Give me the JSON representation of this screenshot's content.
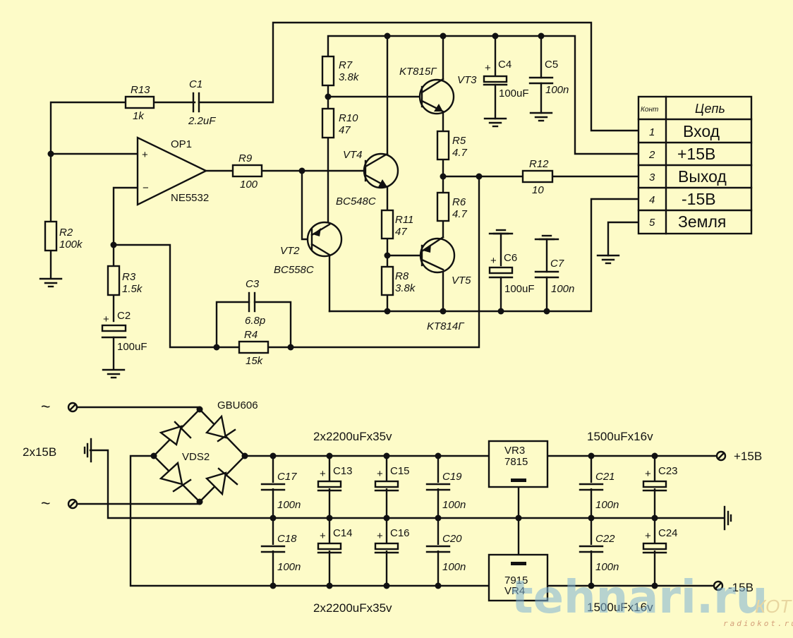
{
  "title": "Amplifier schematic with power supply",
  "amplifier": {
    "opamp": {
      "ref": "OP1",
      "part": "NE5532",
      "plus": "+",
      "minus": "−"
    },
    "resistors": [
      {
        "ref": "R13",
        "value": "1k"
      },
      {
        "ref": "R9",
        "value": "100"
      },
      {
        "ref": "R2",
        "value": "100k"
      },
      {
        "ref": "R3",
        "value": "1.5k"
      },
      {
        "ref": "R4",
        "value": "15k"
      },
      {
        "ref": "R7",
        "value": "3.8k"
      },
      {
        "ref": "R10",
        "value": "47"
      },
      {
        "ref": "R11",
        "value": "47"
      },
      {
        "ref": "R8",
        "value": "3.8k"
      },
      {
        "ref": "R5",
        "value": "4.7"
      },
      {
        "ref": "R6",
        "value": "4.7"
      },
      {
        "ref": "R12",
        "value": "10"
      }
    ],
    "capacitors": [
      {
        "ref": "C1",
        "value": "2.2uF"
      },
      {
        "ref": "C2",
        "value": "100uF"
      },
      {
        "ref": "C3",
        "value": "6.8p"
      },
      {
        "ref": "C4",
        "value": "100uF"
      },
      {
        "ref": "C5",
        "value": "100n"
      },
      {
        "ref": "C6",
        "value": "100uF"
      },
      {
        "ref": "C7",
        "value": "100n"
      }
    ],
    "transistors": [
      {
        "ref": "VT2",
        "part": "BC558C"
      },
      {
        "ref": "VT4",
        "part": "BC548C"
      },
      {
        "ref": "VT3",
        "part": "KT815Г"
      },
      {
        "ref": "VT5",
        "part": "KT814Г"
      }
    ],
    "plus": "+"
  },
  "connector": {
    "headers": [
      "Конт",
      "Цепь"
    ],
    "rows": [
      {
        "pin": "1",
        "net": "Вход"
      },
      {
        "pin": "2",
        "net": "+15В"
      },
      {
        "pin": "3",
        "net": "Выход"
      },
      {
        "pin": "4",
        "net": "-15В"
      },
      {
        "pin": "5",
        "net": "Земля"
      }
    ]
  },
  "power_supply": {
    "input_label": "2x15В",
    "ac_symbol": "~",
    "bridge": {
      "ref": "VDS2",
      "part": "GBU606"
    },
    "bulk_caps_label_top": "2x2200uFx35v",
    "bulk_caps_label_bottom": "2x2200uFx35v",
    "output_caps_label_top": "1500uFx16v",
    "output_caps_label_bottom": "1500uFx16v",
    "regulators": [
      {
        "ref": "VR3",
        "part": "7815"
      },
      {
        "ref": "VR4",
        "part": "7915"
      }
    ],
    "caps": [
      {
        "ref": "C17",
        "value": "100n"
      },
      {
        "ref": "C18",
        "value": "100n"
      },
      {
        "ref": "C13",
        "value": ""
      },
      {
        "ref": "C14",
        "value": ""
      },
      {
        "ref": "C15",
        "value": ""
      },
      {
        "ref": "C16",
        "value": ""
      },
      {
        "ref": "C19",
        "value": "100n"
      },
      {
        "ref": "C20",
        "value": "100n"
      },
      {
        "ref": "C21",
        "value": "100n"
      },
      {
        "ref": "C22",
        "value": "100n"
      },
      {
        "ref": "C23",
        "value": ""
      },
      {
        "ref": "C24",
        "value": ""
      }
    ],
    "out_pos": "+15В",
    "out_neg": "-15В"
  },
  "watermark": {
    "main": "tehnari.ru",
    "sub": "radiokot.ru",
    "logo": "КОТ"
  }
}
